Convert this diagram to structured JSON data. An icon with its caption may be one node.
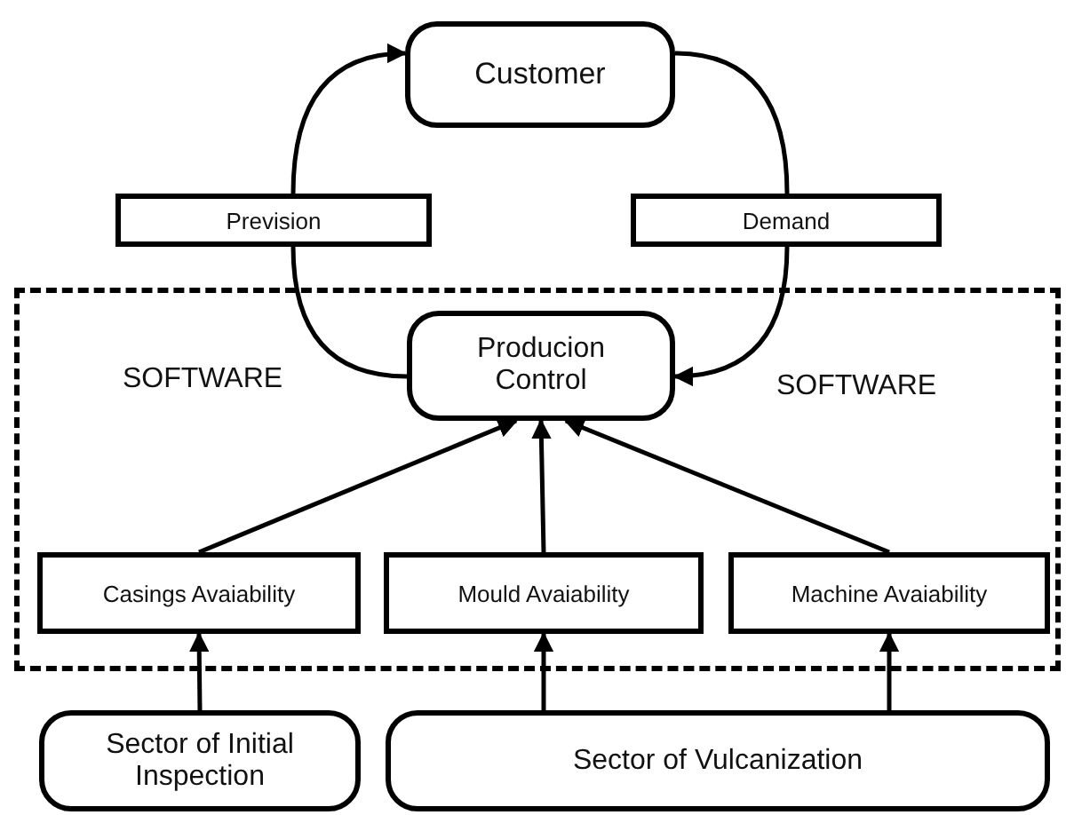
{
  "diagram": {
    "nodes": [
      {
        "text": [
          "Customer"
        ]
      },
      {
        "text": [
          "Prevision"
        ]
      },
      {
        "text": [
          "Demand"
        ]
      },
      {
        "text": [
          "SOFTWARE",
          "SOFTWARE"
        ]
      },
      {
        "text": [
          "Producion Control"
        ],
        "in": 3
      },
      {
        "text": [
          "Casings Avaiability"
        ],
        "in": 3
      },
      {
        "text": [
          "Mould Avaiability"
        ],
        "in": 3
      },
      {
        "text": [
          "Machine Avaiability"
        ],
        "in": 3
      },
      {
        "text": [
          "Sector of Initial Inspection"
        ]
      },
      {
        "text": [
          "Sector of Vulcanization"
        ]
      }
    ],
    "edges": [
      {
        "from": 4,
        "to": 1,
        "arrow": "none"
      },
      {
        "from": 1,
        "to": 0,
        "arrow": "to"
      },
      {
        "from": 0,
        "to": 2,
        "arrow": "none"
      },
      {
        "from": 2,
        "to": 4,
        "arrow": "to"
      },
      {
        "from": 5,
        "to": 4,
        "arrow": "to"
      },
      {
        "from": 6,
        "to": 4,
        "arrow": "to"
      },
      {
        "from": 7,
        "to": 4,
        "arrow": "to"
      },
      {
        "from": 8,
        "to": 5,
        "arrow": "to"
      },
      {
        "from": 9,
        "to": 6,
        "arrow": "to"
      },
      {
        "from": 9,
        "to": 7,
        "arrow": "to"
      }
    ]
  }
}
